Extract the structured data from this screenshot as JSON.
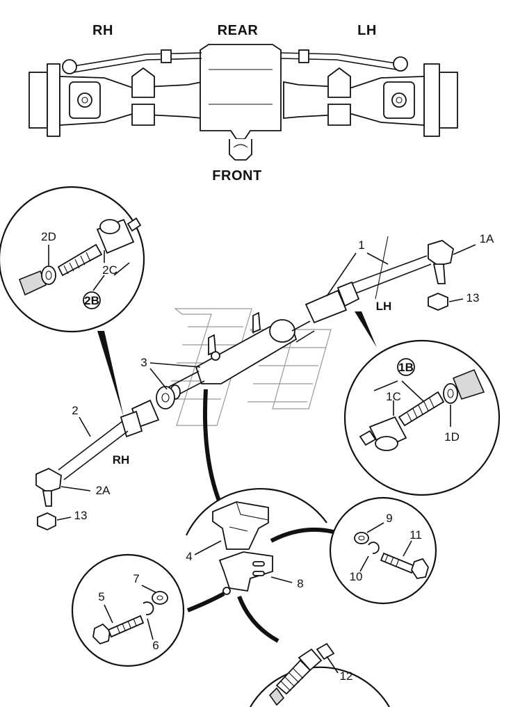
{
  "header": {
    "rh": "RH",
    "rear": "REAR",
    "lh": "LH",
    "front": "FRONT"
  },
  "side_labels": {
    "lh": "LH",
    "rh": "RH"
  },
  "callouts": {
    "p1": "1",
    "p1a": "1A",
    "p1b": "1B",
    "p1c": "1C",
    "p1d": "1D",
    "p2": "2",
    "p2a": "2A",
    "p2b": "2B",
    "p2c": "2C",
    "p2d": "2D",
    "p3": "3",
    "p4": "4",
    "p5": "5",
    "p6": "6",
    "p7": "7",
    "p8": "8",
    "p9": "9",
    "p10": "10",
    "p11": "11",
    "p12": "12",
    "p13a": "13",
    "p13b": "13"
  }
}
